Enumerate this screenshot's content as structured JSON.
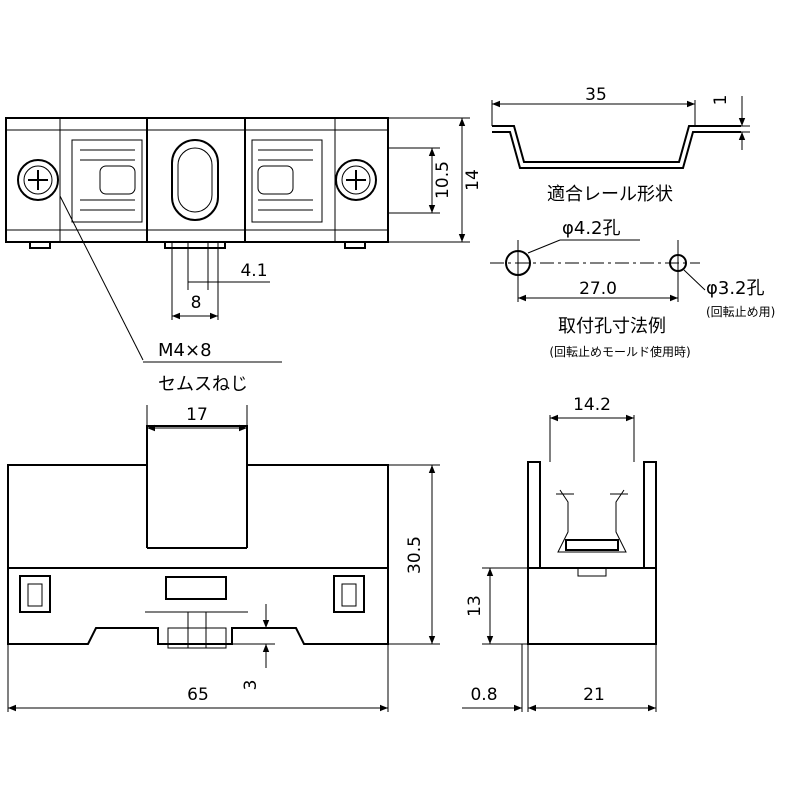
{
  "top_view": {
    "dim_height_inner": "10.5",
    "dim_height_outer": "14",
    "dim_slot_width": "4.1",
    "dim_slot_pitch": "8",
    "screw_spec": "M4×8",
    "screw_name": "セムスねじ"
  },
  "rail": {
    "dim_width": "35",
    "dim_thickness": "1",
    "caption": "適合レール形状"
  },
  "mounting": {
    "hole_large": "φ4.2孔",
    "hole_small": "φ3.2孔",
    "hole_small_note": "(回転止め用)",
    "dim_pitch": "27.0",
    "caption": "取付孔寸法例",
    "note": "(回転止めモールド使用時)"
  },
  "front_view": {
    "dim_cap_width": "17",
    "dim_height": "30.5",
    "dim_width": "65",
    "dim_foot": "3"
  },
  "side_view": {
    "dim_width_top": "14.2",
    "dim_base_height": "13",
    "dim_offset": "0.8",
    "dim_width": "21"
  }
}
